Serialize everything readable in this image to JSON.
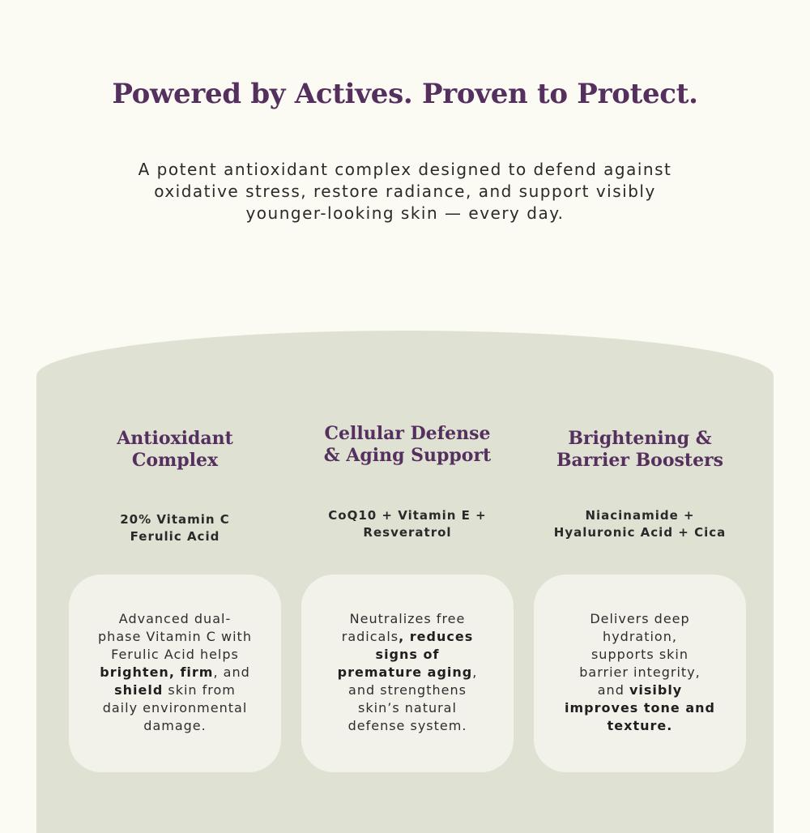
{
  "header": {
    "title": "Powered by Actives. Proven to Protect.",
    "intro_lines": [
      "A potent antioxidant complex designed to defend against",
      "oxidative stress, restore radiance, and support visibly",
      "younger-looking skin — every day."
    ]
  },
  "columns": [
    {
      "title_lines": [
        "Antioxidant",
        "Complex"
      ],
      "actives_lines": [
        "20% Vitamin C",
        "Ferulic Acid"
      ],
      "description": [
        [
          {
            "t": "Advanced dual-",
            "b": false
          }
        ],
        [
          {
            "t": "phase Vitamin C with",
            "b": false
          }
        ],
        [
          {
            "t": "Ferulic Acid helps",
            "b": false
          }
        ],
        [
          {
            "t": "brighten, firm",
            "b": true
          },
          {
            "t": ", and",
            "b": false
          }
        ],
        [
          {
            "t": "shield",
            "b": true
          },
          {
            "t": " skin from",
            "b": false
          }
        ],
        [
          {
            "t": "daily environmental",
            "b": false
          }
        ],
        [
          {
            "t": "damage.",
            "b": false
          }
        ]
      ]
    },
    {
      "title_lines": [
        "Cellular Defense",
        "& Aging Support"
      ],
      "actives_lines": [
        "CoQ10 + Vitamin E +",
        "Resveratrol"
      ],
      "description": [
        [
          {
            "t": "Neutralizes free",
            "b": false
          }
        ],
        [
          {
            "t": "radicals",
            "b": false
          },
          {
            "t": ", reduces",
            "b": true
          }
        ],
        [
          {
            "t": "signs of",
            "b": true
          }
        ],
        [
          {
            "t": "premature aging",
            "b": true
          },
          {
            "t": ",",
            "b": false
          }
        ],
        [
          {
            "t": "and strengthens",
            "b": false
          }
        ],
        [
          {
            "t": "skin’s natural",
            "b": false
          }
        ],
        [
          {
            "t": "defense system.",
            "b": false
          }
        ]
      ]
    },
    {
      "title_lines": [
        "Brightening &",
        "Barrier Boosters"
      ],
      "actives_lines": [
        "Niacinamide +",
        "Hyaluronic Acid + Cica"
      ],
      "description": [
        [
          {
            "t": "Delivers deep",
            "b": false
          }
        ],
        [
          {
            "t": "hydration,",
            "b": false
          }
        ],
        [
          {
            "t": "supports skin",
            "b": false
          }
        ],
        [
          {
            "t": "barrier integrity,",
            "b": false
          }
        ],
        [
          {
            "t": "and ",
            "b": false
          },
          {
            "t": "visibly",
            "b": true
          }
        ],
        [
          {
            "t": "improves tone and",
            "b": true
          }
        ],
        [
          {
            "t": "texture.",
            "b": true
          }
        ]
      ]
    }
  ],
  "colors": {
    "background": "#fbfaf3",
    "panel": "#dfe2d3",
    "card": "#f2f2ea",
    "heading": "#55305f",
    "text": "#2e2e2e"
  }
}
